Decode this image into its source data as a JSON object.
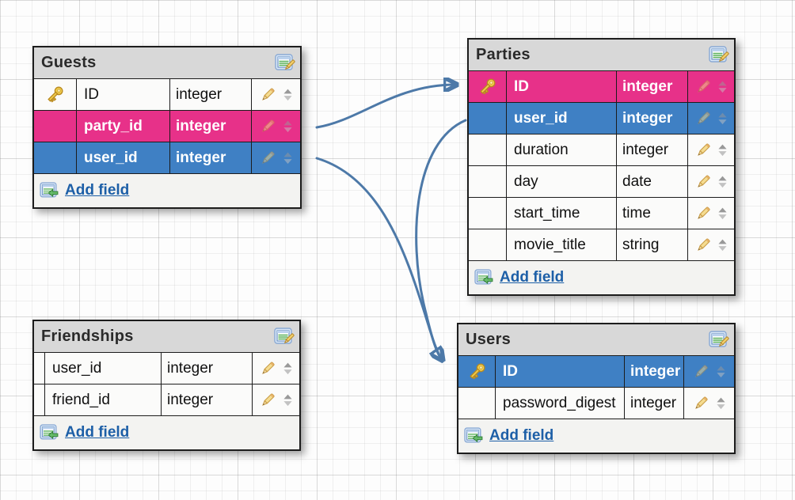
{
  "tables": [
    {
      "title": "Guests",
      "add_field_label": "Add field",
      "fields": [
        {
          "name": "ID",
          "type": "integer",
          "primary_key": true,
          "highlight": null
        },
        {
          "name": "party_id",
          "type": "integer",
          "primary_key": false,
          "highlight": "pink"
        },
        {
          "name": "user_id",
          "type": "integer",
          "primary_key": false,
          "highlight": "blue"
        }
      ]
    },
    {
      "title": "Parties",
      "add_field_label": "Add field",
      "fields": [
        {
          "name": "ID",
          "type": "integer",
          "primary_key": true,
          "highlight": "pink"
        },
        {
          "name": "user_id",
          "type": "integer",
          "primary_key": false,
          "highlight": "blue"
        },
        {
          "name": "duration",
          "type": "integer",
          "primary_key": false,
          "highlight": null
        },
        {
          "name": "day",
          "type": "date",
          "primary_key": false,
          "highlight": null
        },
        {
          "name": "start_time",
          "type": "time",
          "primary_key": false,
          "highlight": null
        },
        {
          "name": "movie_title",
          "type": "string",
          "primary_key": false,
          "highlight": null
        }
      ]
    },
    {
      "title": "Friendships",
      "add_field_label": "Add field",
      "fields": [
        {
          "name": "user_id",
          "type": "integer",
          "primary_key": false,
          "highlight": null
        },
        {
          "name": "friend_id",
          "type": "integer",
          "primary_key": false,
          "highlight": null
        }
      ]
    },
    {
      "title": "Users",
      "add_field_label": "Add field",
      "fields": [
        {
          "name": "ID",
          "type": "integer",
          "primary_key": true,
          "highlight": "blue"
        },
        {
          "name": "password_digest",
          "type": "integer",
          "primary_key": false,
          "highlight": null
        }
      ]
    }
  ],
  "relations": [
    {
      "from": "Guests.party_id",
      "to": "Parties.ID"
    },
    {
      "from": "Guests.user_id",
      "to": "Users.ID"
    },
    {
      "from": "Parties.user_id",
      "to": "Users.ID"
    }
  ],
  "icons": {
    "table_header_edit": "table-pencil-icon",
    "add_field": "table-green-left-arrow-icon",
    "primary_key": "gold-key-icon",
    "edit_field": "pencil-icon",
    "reorder_field": "up-down-triangles-icon"
  },
  "colors": {
    "row_highlight_pink": "#e73189",
    "row_highlight_blue": "#3f80c4",
    "header_bg": "#d8d8d8",
    "arrow": "#4d79a8",
    "link": "#1d5fa7"
  }
}
